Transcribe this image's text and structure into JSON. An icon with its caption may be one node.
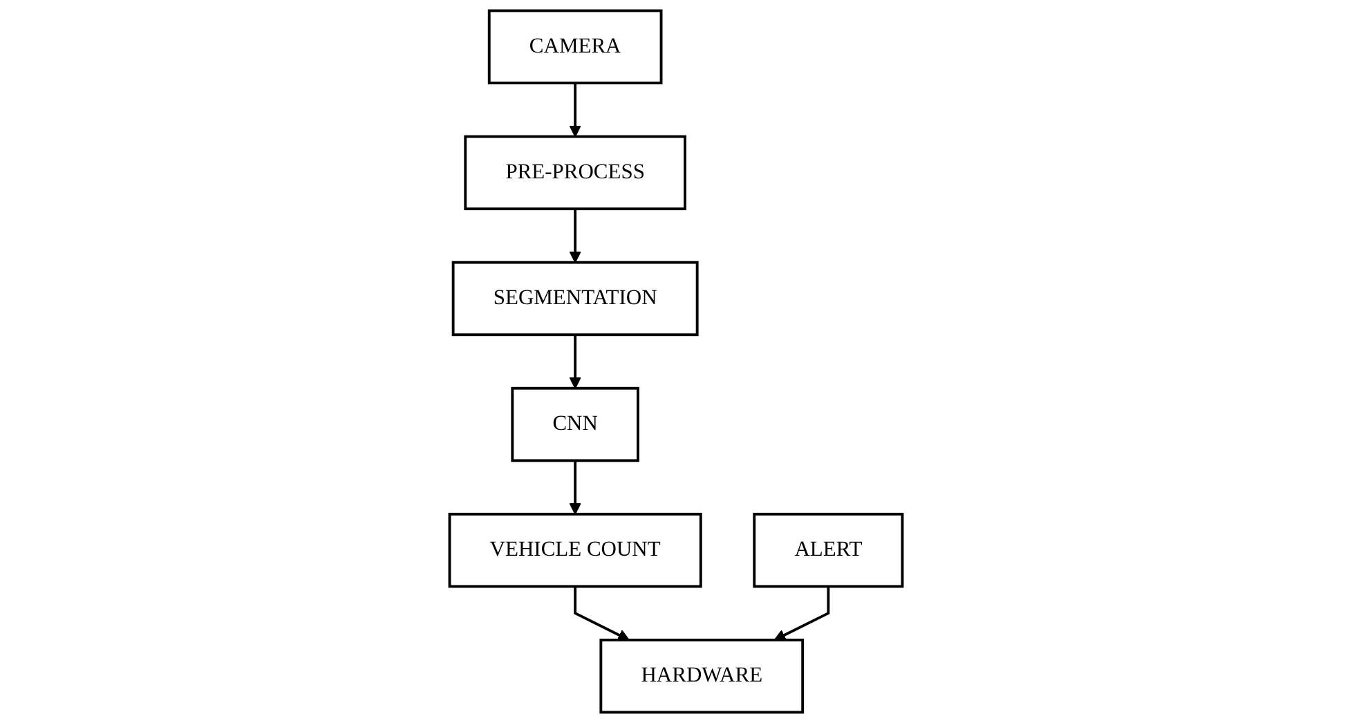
{
  "diagram": {
    "nodes": [
      {
        "text": [
          "CAMERA"
        ]
      },
      {
        "text": [
          "PRE-PROCESS"
        ]
      },
      {
        "text": [
          "SEGMENTATION"
        ]
      },
      {
        "text": [
          "CNN"
        ]
      },
      {
        "text": [
          "VEHICLE COUNT"
        ]
      },
      {
        "text": [
          "HARDWARE"
        ]
      },
      {
        "text": [
          "ALERT"
        ]
      }
    ],
    "edges": [
      {
        "from": 0,
        "to": 1,
        "arrow": "to"
      },
      {
        "from": 1,
        "to": 2,
        "arrow": "to"
      },
      {
        "from": 2,
        "to": 3,
        "arrow": "to"
      },
      {
        "from": 3,
        "to": 4,
        "arrow": "to"
      },
      {
        "from": 4,
        "to": 5,
        "arrow": "to"
      },
      {
        "from": 6,
        "to": 5,
        "arrow": "to"
      }
    ]
  }
}
